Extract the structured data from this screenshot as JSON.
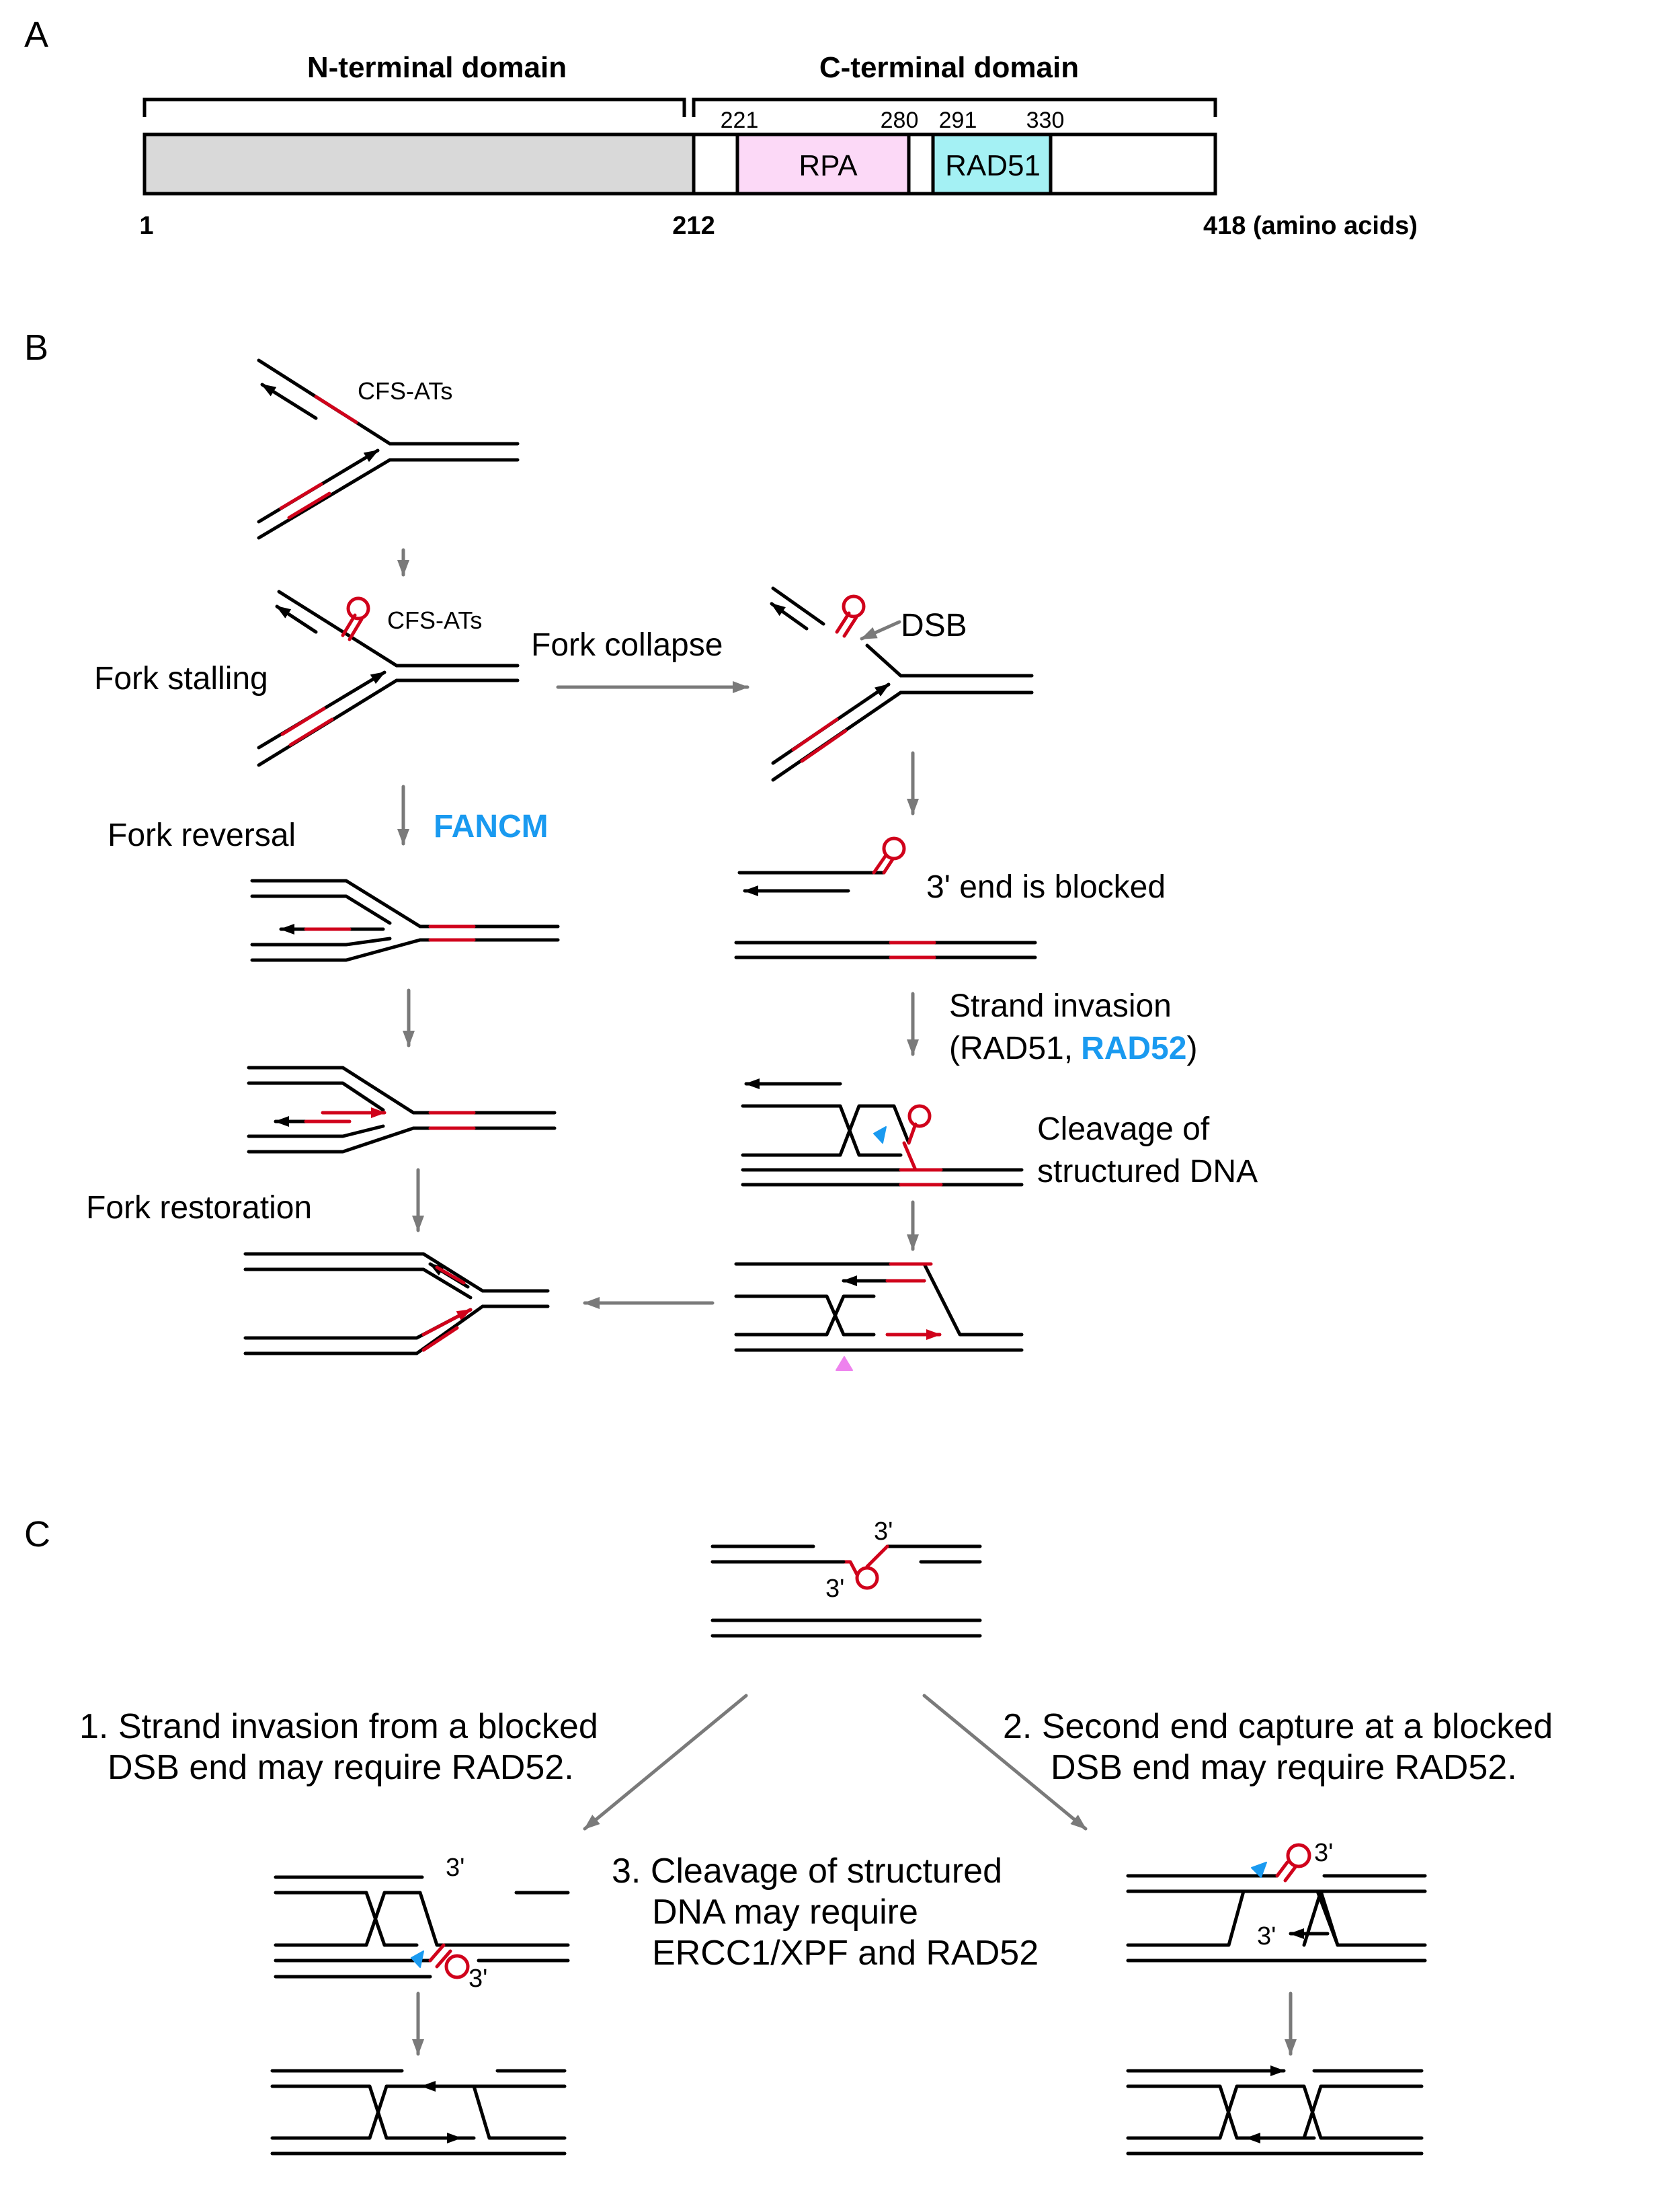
{
  "panel_a": {
    "label": "A",
    "n_domain": "N-terminal domain",
    "c_domain": "C-terminal domain",
    "pos_221": "221",
    "pos_280": "280",
    "pos_291": "291",
    "pos_330": "330",
    "rpa": "RPA",
    "rad51": "RAD51",
    "start": "1",
    "pos_212": "212",
    "end": "418 (amino acids)",
    "colors": {
      "n_domain": "#d9d9d9",
      "rpa": "#fcd9f7",
      "rad51": "#a4f1f4"
    }
  },
  "panel_b": {
    "label": "B",
    "cfs_ats_1": "CFS-ATs",
    "cfs_ats_2": "CFS-ATs",
    "fork_stalling": "Fork stalling",
    "fork_collapse": "Fork collapse",
    "dsb": "DSB",
    "fork_reversal": "Fork reversal",
    "fancm": "FANCM",
    "blocked": "3' end is blocked",
    "strand_invasion": "Strand invasion",
    "rad51_open": "(RAD51,",
    "rad52": "RAD52",
    "close_paren": ")",
    "cleavage_1": "Cleavage of",
    "cleavage_2": "structured DNA",
    "fork_restoration": "Fork restoration"
  },
  "panel_c": {
    "label": "C",
    "three_prime": "3'",
    "step1_line1": "1.  Strand invasion from a blocked",
    "step1_line2": "DSB end may require RAD52.",
    "step2_line1": "2. Second end capture at a blocked",
    "step2_line2": "DSB end may require RAD52.",
    "step3_line1": "3. Cleavage of structured",
    "step3_line2": "DNA may require",
    "step3_line3": "ERCC1/XPF and RAD52"
  },
  "colors": {
    "red": "#d0021b",
    "gray": "#7a7a7a",
    "blue": "#1a9af0",
    "pink": "#ee82ee"
  }
}
